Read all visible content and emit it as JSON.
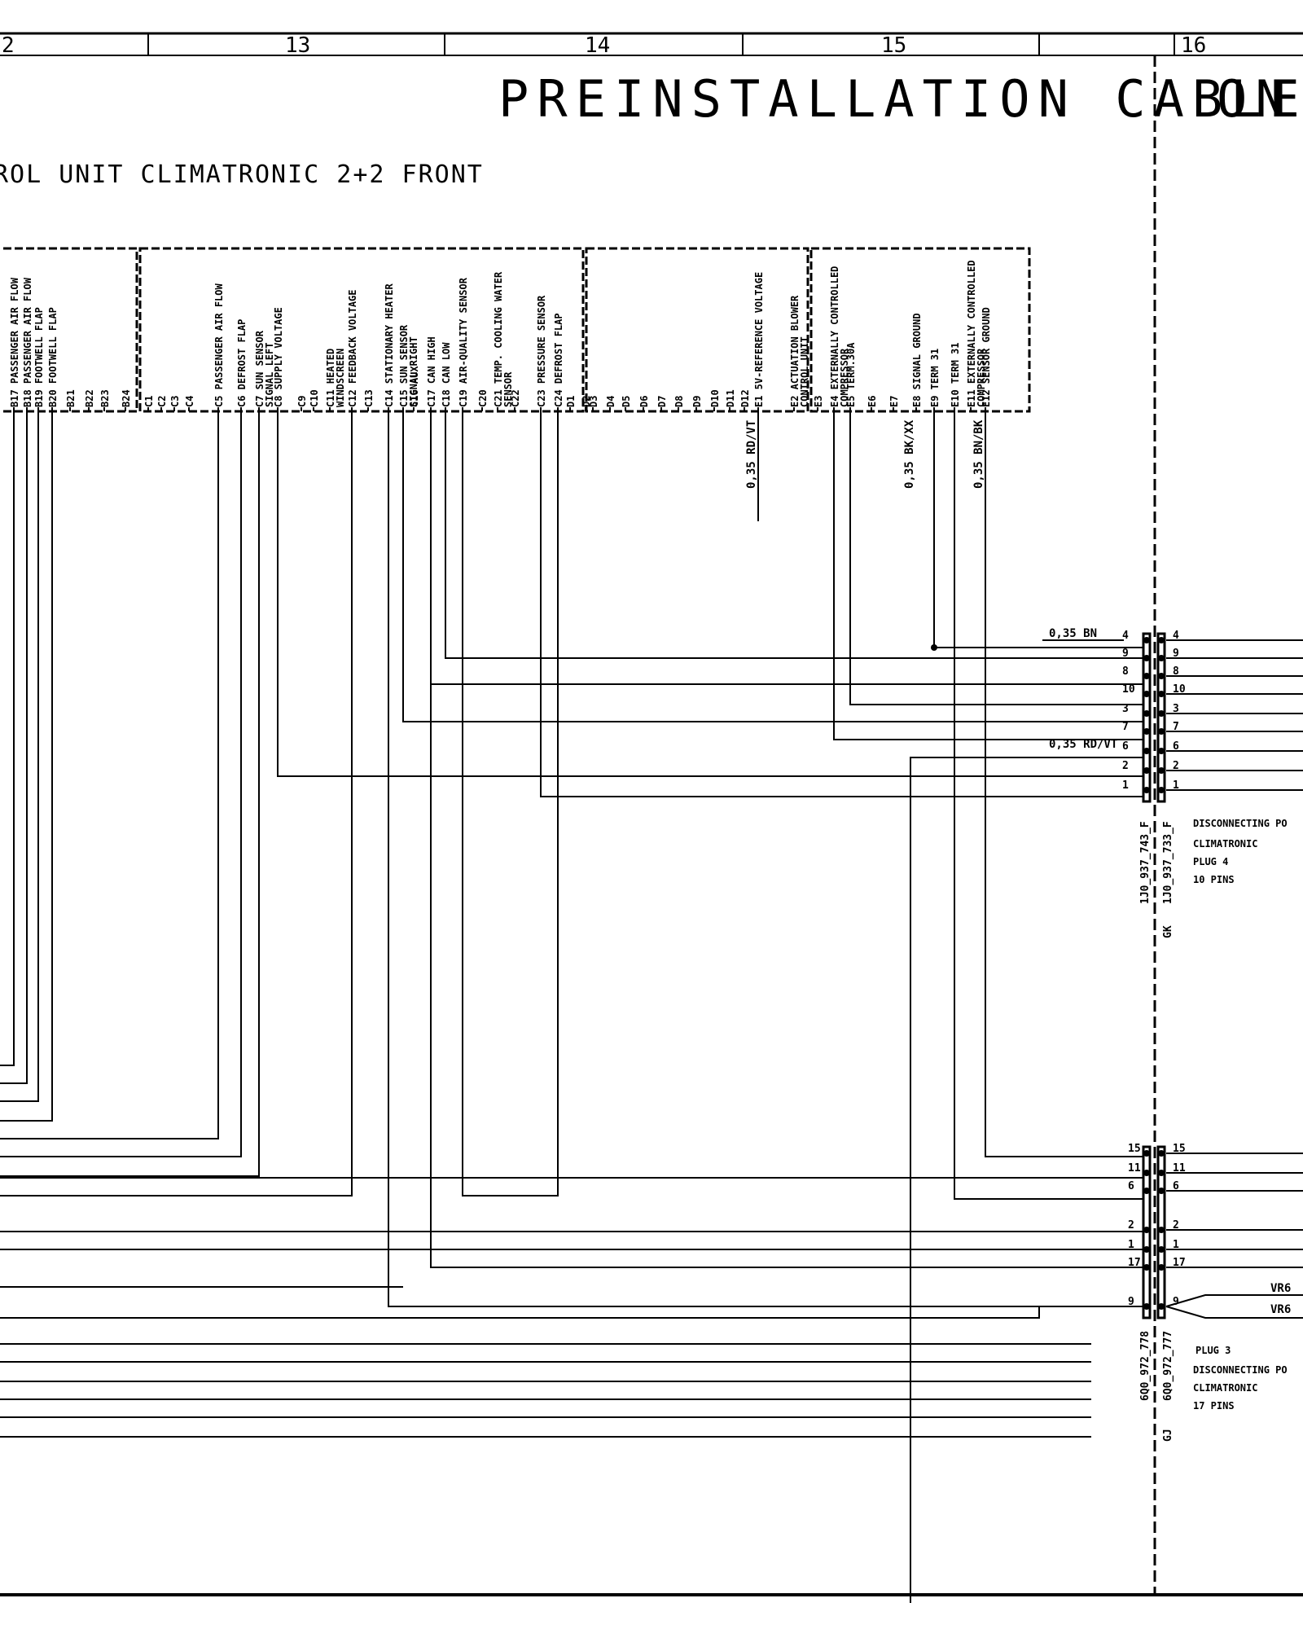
{
  "title": "PREINSTALLATION CABLE",
  "title_right": "ON",
  "subtitle": "ROL UNIT CLIMATRONIC 2+2 FRONT",
  "zones": [
    "2",
    "13",
    "14",
    "15",
    "16"
  ],
  "pins": [
    {
      "id": "B17",
      "label": "PASSENGER AIR FLOW"
    },
    {
      "id": "B18",
      "label": "PASSENGER AIR FLOW"
    },
    {
      "id": "B19",
      "label": "FOOTWELL FLAP"
    },
    {
      "id": "B20",
      "label": "FOOTWELL FLAP"
    },
    {
      "id": "B21",
      "label": ""
    },
    {
      "id": "B22",
      "label": ""
    },
    {
      "id": "B23",
      "label": ""
    },
    {
      "id": "B24",
      "label": ""
    },
    {
      "id": "C1",
      "label": ""
    },
    {
      "id": "C2",
      "label": ""
    },
    {
      "id": "C3",
      "label": ""
    },
    {
      "id": "C4",
      "label": ""
    },
    {
      "id": "C5",
      "label": "PASSENGER AIR FLOW"
    },
    {
      "id": "C6",
      "label": "DEFROST FLAP"
    },
    {
      "id": "C7",
      "label": "SUN SENSOR|SIGNAL LEFT"
    },
    {
      "id": "C8",
      "label": "SUPPLY VOLTAGE"
    },
    {
      "id": "C9",
      "label": ""
    },
    {
      "id": "C10",
      "label": ""
    },
    {
      "id": "C11",
      "label": "HEATED|WINDSCREEN"
    },
    {
      "id": "C12",
      "label": "FEEDBACK VOLTAGE"
    },
    {
      "id": "C13",
      "label": ""
    },
    {
      "id": "C14",
      "label": "STATIONARY HEATER"
    },
    {
      "id": "C15",
      "label": "SUN SENSOR|SIGNAL RIGHT"
    },
    {
      "id": "C16",
      "label": "AUX"
    },
    {
      "id": "C17",
      "label": "CAN HIGH"
    },
    {
      "id": "C18",
      "label": "CAN LOW"
    },
    {
      "id": "C19",
      "label": "AIR-QUALITY SENSOR"
    },
    {
      "id": "C20",
      "label": ""
    },
    {
      "id": "C21",
      "label": "TEMP. COOLING WATER|SENSOR"
    },
    {
      "id": "C22",
      "label": ""
    },
    {
      "id": "C23",
      "label": "PRESSURE SENSOR"
    },
    {
      "id": "C24",
      "label": "DEFROST FLAP"
    },
    {
      "id": "D1",
      "label": ""
    },
    {
      "id": "D2",
      "label": ""
    },
    {
      "id": "D3",
      "label": ""
    },
    {
      "id": "D4",
      "label": ""
    },
    {
      "id": "D5",
      "label": ""
    },
    {
      "id": "D6",
      "label": ""
    },
    {
      "id": "D7",
      "label": ""
    },
    {
      "id": "D8",
      "label": ""
    },
    {
      "id": "D9",
      "label": ""
    },
    {
      "id": "D10",
      "label": ""
    },
    {
      "id": "D11",
      "label": ""
    },
    {
      "id": "D12",
      "label": ""
    },
    {
      "id": "E1",
      "label": "5V-REFERENCE VOLTAGE"
    },
    {
      "id": "E2",
      "label": "ACTUATION BLOWER|CONTROL UNIT"
    },
    {
      "id": "E3",
      "label": ""
    },
    {
      "id": "E4",
      "label": "EXTERNALLY CONTROLLED|COMPRESSOR"
    },
    {
      "id": "E5",
      "label": "TERM.30A"
    },
    {
      "id": "E6",
      "label": ""
    },
    {
      "id": "E7",
      "label": ""
    },
    {
      "id": "E8",
      "label": "SIGNAL GROUND"
    },
    {
      "id": "E9",
      "label": "TERM 31"
    },
    {
      "id": "E10",
      "label": "TERM 31"
    },
    {
      "id": "E11",
      "label": "EXTERNALLY CONTROLLED|COMPRESSOR"
    },
    {
      "id": "E12",
      "label": "SENSOR GROUND"
    }
  ],
  "cable_labels": [
    {
      "id": "e1",
      "text": "0,35 RD/VT"
    },
    {
      "id": "e8",
      "text": "0,35 BK/XX"
    },
    {
      "id": "e12",
      "text": "0,35 BN/BK"
    }
  ],
  "connector_plug4": {
    "pins": [
      "4",
      "9",
      "8",
      "10",
      "3",
      "7",
      "6",
      "2",
      "1"
    ],
    "wire_labels": {
      "4": "0,35 BN",
      "6": "0,35 RD/VT"
    },
    "part_left": "1J0_937_743_F",
    "part_right": "1J0_937_733_F",
    "code": "GK",
    "desc": [
      "DISCONNECTING PO",
      "CLIMATRONIC",
      "PLUG 4",
      "10 PINS"
    ]
  },
  "connector_plug3": {
    "pins": [
      "15",
      "11",
      "6",
      "2",
      "1",
      "17",
      "9"
    ],
    "part_left": "6Q0_972_778",
    "part_right": "6Q0_972_777",
    "code": "GJ",
    "desc": [
      "PLUG 3",
      "DISCONNECTING PO",
      "CLIMATRONIC",
      "17 PINS"
    ],
    "vr_labels": [
      "VR6",
      "VR6"
    ]
  }
}
